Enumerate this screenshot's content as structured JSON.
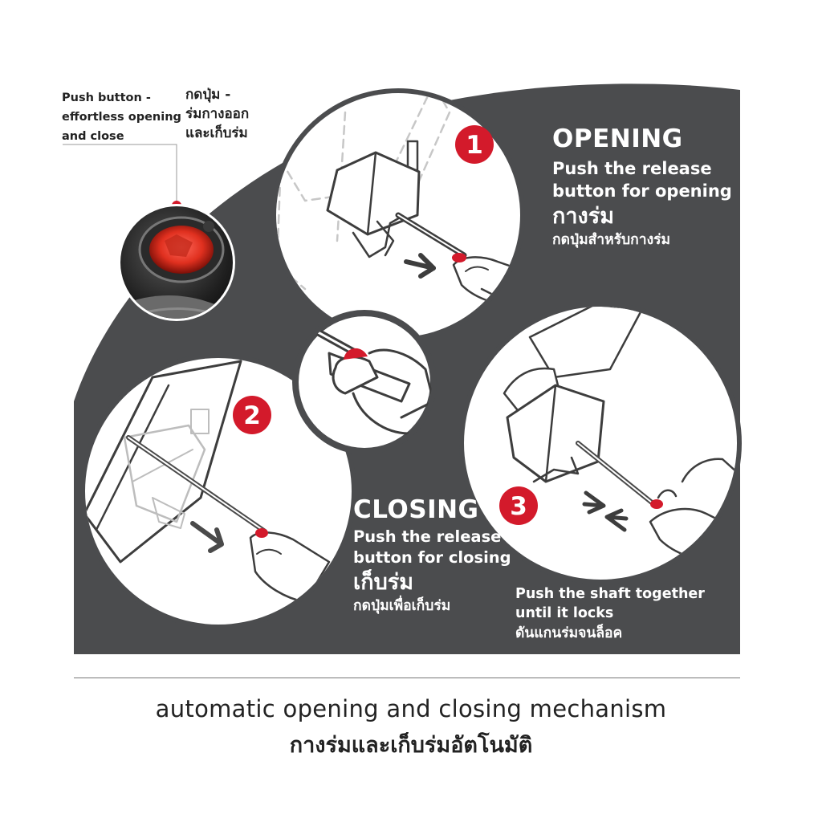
{
  "colors": {
    "panel": "#4b4c4e",
    "accent": "#d31a2b",
    "line": "#3d3d3d",
    "ghost": "#b9b9b9",
    "white": "#ffffff"
  },
  "callout": {
    "en_lines": [
      "Push button -",
      "effortless opening",
      "and close"
    ],
    "th_lines": [
      "กดปุ่ม -",
      "ร่มกางออก",
      "และเก็บร่ม"
    ]
  },
  "steps": [
    {
      "number": "1",
      "icon": "hand-pressing-button-open-icon"
    },
    {
      "number": "2",
      "icon": "hand-pressing-button-close-icon"
    },
    {
      "number": "3",
      "icon": "hands-pushing-shaft-icon"
    }
  ],
  "opening": {
    "title": "OPENING",
    "line1": "Push the release",
    "line2": "button for opening",
    "th_title": "กางร่ม",
    "th_desc": "กดปุ่มสำหรับกางร่ม"
  },
  "closing": {
    "title": "CLOSING",
    "line1": "Push the release",
    "line2": "button for closing",
    "th_title": "เก็บร่ม",
    "th_desc": "กดปุ่มเพื่อเก็บร่ม"
  },
  "shaft": {
    "line1": "Push the shaft together",
    "line2": "until it locks",
    "th_desc": "ดันแกนร่มจนล็อค"
  },
  "caption": {
    "en": "automatic opening and closing mechanism",
    "th": "กางร่มและเก็บร่มอัตโนมัติ"
  }
}
